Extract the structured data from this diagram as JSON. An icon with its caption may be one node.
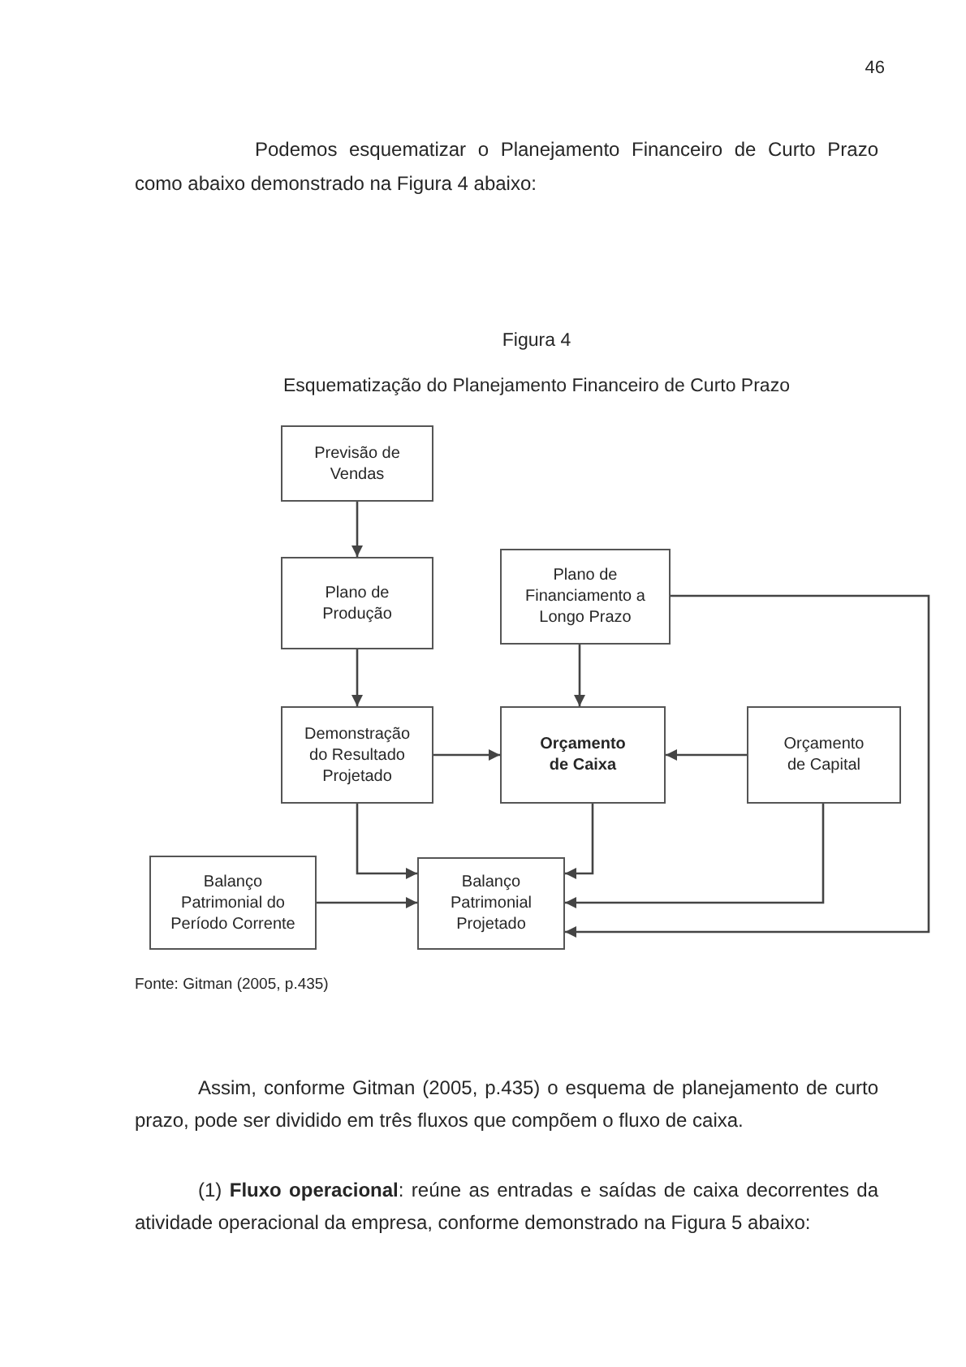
{
  "diagram": {
    "title": "Esquematização do Planejamento Financeiro de Curto Prazo",
    "nodes": [
      {
        "text": [
          "Previsão de Vendas"
        ]
      },
      {
        "text": [
          "Plano de Produção"
        ]
      },
      {
        "text": [
          "Plano de Financiamento a Longo Prazo"
        ]
      },
      {
        "text": [
          "Demonstração do Resultado Projetado"
        ]
      },
      {
        "text": [
          "Orçamento de Caixa"
        ]
      },
      {
        "text": [
          "Orçamento de Capital"
        ]
      },
      {
        "text": [
          "Balanço Patrimonial do Período Corrente"
        ]
      },
      {
        "text": [
          "Balanço Patrimonial Projetado"
        ]
      }
    ],
    "edges": [
      {
        "from": 0,
        "to": 1,
        "arrow": "to"
      },
      {
        "from": 1,
        "to": 3,
        "arrow": "to"
      },
      {
        "from": 2,
        "to": 4,
        "arrow": "to"
      },
      {
        "from": 3,
        "to": 4,
        "arrow": "to"
      },
      {
        "from": 5,
        "to": 4,
        "arrow": "to"
      },
      {
        "from": 3,
        "to": 7,
        "arrow": "to"
      },
      {
        "from": 4,
        "to": 7,
        "arrow": "to"
      },
      {
        "from": 6,
        "to": 7,
        "arrow": "to"
      },
      {
        "from": 5,
        "to": 7,
        "arrow": "to"
      },
      {
        "from": 2,
        "to": 7,
        "arrow": "to"
      }
    ],
    "labels": [
      "46",
      "Podemos esquematizar o Planejamento Financeiro de Curto Prazo como abaixo demonstrado na Figura 4 abaixo:",
      "Figura 4",
      "Fonte: Gitman (2005, p.435)",
      "Assim, conforme Gitman (2005, p.435) o esquema de planejamento de curto prazo, pode ser dividido em três fluxos que compõem o fluxo de caixa.",
      "(1) **Fluxo operacional**: reúne as entradas e saídas de caixa decorrentes da atividade operacional da empresa, conforme demonstrado na Figura 5 abaixo:"
    ]
  }
}
